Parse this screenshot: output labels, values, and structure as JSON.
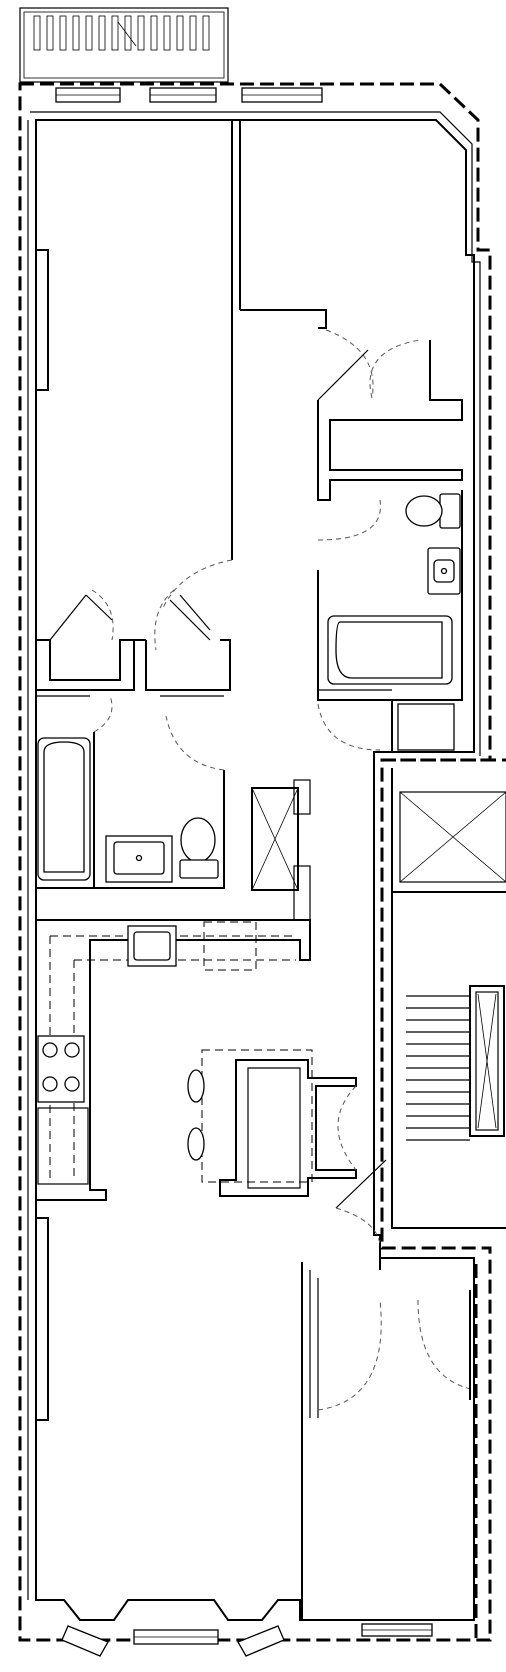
{
  "plan": {
    "colors": {
      "line": "#000000",
      "background": "#ffffff",
      "door_swing": "#555555"
    },
    "icons": [
      "balcony-railing",
      "window",
      "door-swing",
      "toilet",
      "sink",
      "bathtub",
      "cooktop",
      "stair",
      "elevator",
      "shower"
    ]
  }
}
